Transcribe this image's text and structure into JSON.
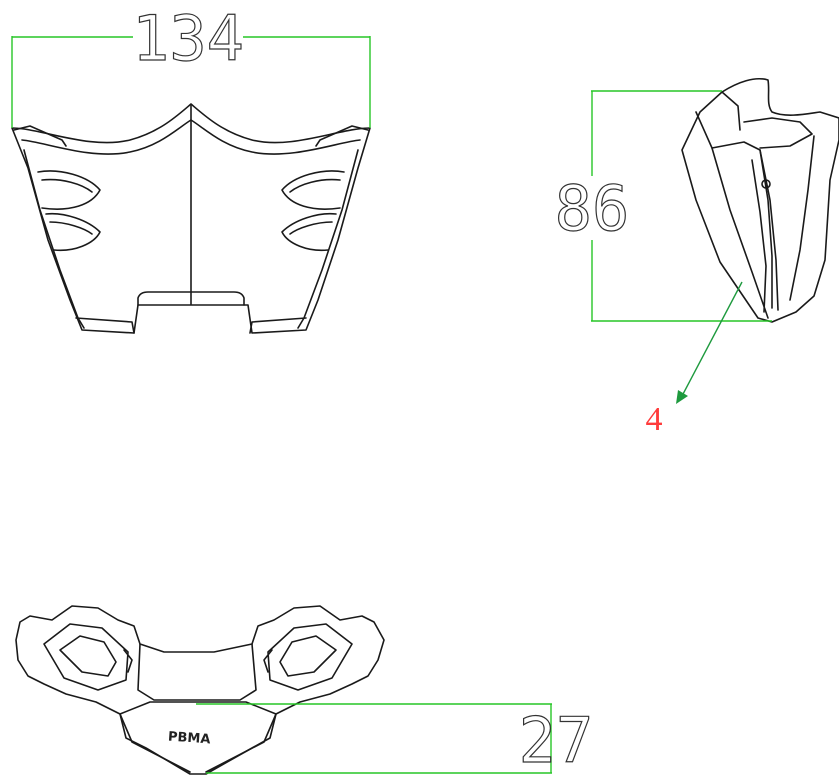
{
  "dimensions": {
    "width_label": "134",
    "height_label": "86",
    "depth_label": "27"
  },
  "callout": {
    "label": "4",
    "color": "#ff3b3b"
  },
  "part_marking": "PBMA",
  "colors": {
    "dimension_line": "#27c627",
    "leader_line": "#1e9a3e",
    "outline": "#1a1a1a"
  }
}
